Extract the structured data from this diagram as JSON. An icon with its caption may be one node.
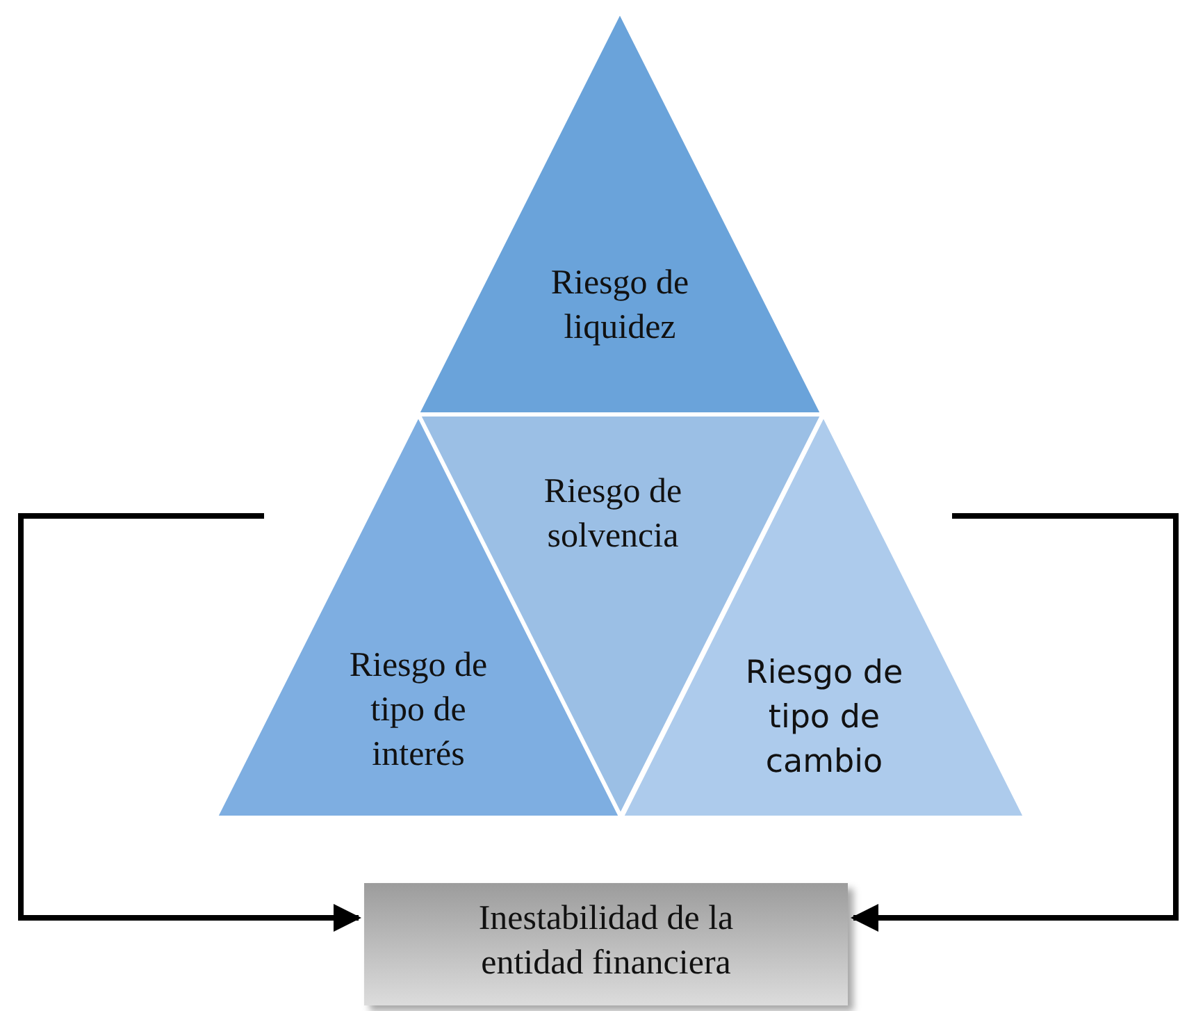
{
  "diagram": {
    "nodes": [
      {
        "text": [
          "Riesgo de liquidez"
        ]
      },
      {
        "text": [
          "Riesgo de solvencia"
        ]
      },
      {
        "text": [
          "Riesgo de tipo de interés"
        ]
      },
      {
        "text": [
          "Riesgo de tipo de cambio"
        ]
      },
      {
        "text": [
          "Inestabilidad de la entidad financiera"
        ]
      }
    ],
    "edges": [
      {
        "from": null,
        "to": 4,
        "arrow": "to"
      },
      {
        "from": null,
        "to": 4,
        "arrow": "to"
      }
    ]
  }
}
